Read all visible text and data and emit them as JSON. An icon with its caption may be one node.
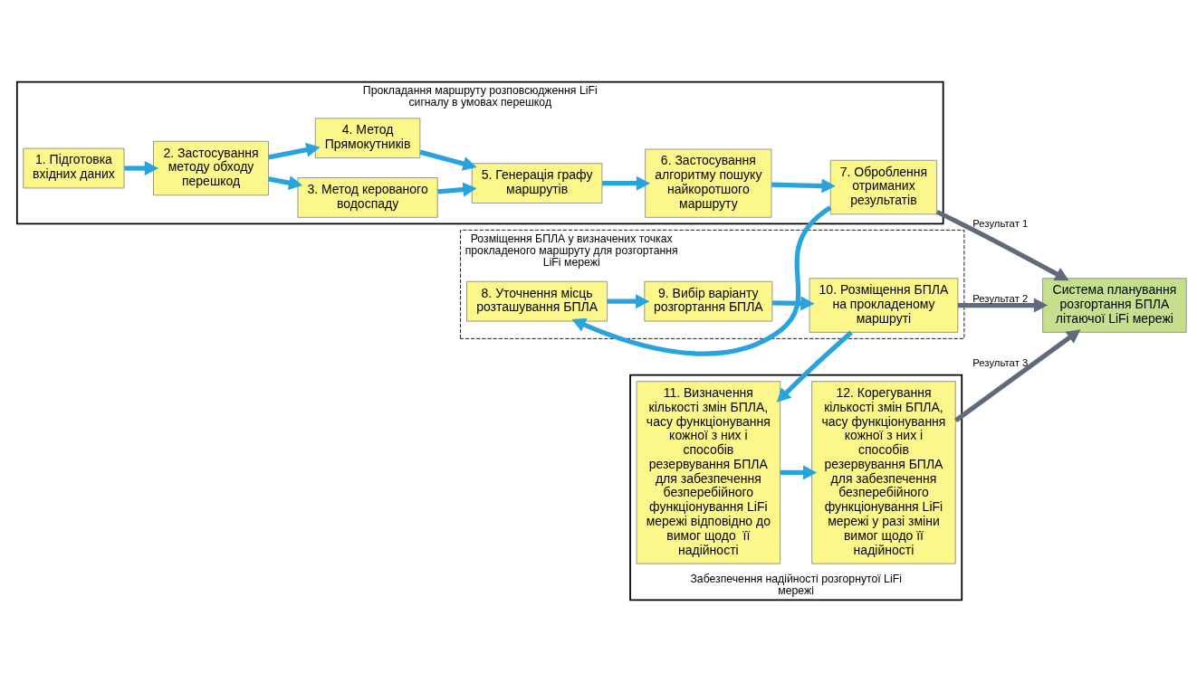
{
  "diagram": {
    "nodes": [
      {
        "text": [
          "Прокладання маршруту розповсюдження LiFi сигналу в умовах перешкод"
        ]
      },
      {
        "text": [
          "1. Підготовка вхідних даних"
        ],
        "in": 0
      },
      {
        "text": [
          "2. Застосування методу обходу перешкод"
        ],
        "in": 0
      },
      {
        "text": [
          "3. Метод керованого водоспаду"
        ],
        "in": 0
      },
      {
        "text": [
          "4. Метод Прямокутників"
        ],
        "in": 0
      },
      {
        "text": [
          "5. Генерація графу маршрутів"
        ],
        "in": 0
      },
      {
        "text": [
          "6. Застосування алгоритму пошуку найкоротшого маршруту"
        ],
        "in": 0
      },
      {
        "text": [
          "7. Оброблення отриманих результатів"
        ],
        "in": 0
      },
      {
        "text": [
          "Система планування розгортання БПЛА літаючої LiFi мережі"
        ]
      },
      {
        "text": [
          "Розміщення БПЛА у визначених точках прокладеного маршруту для розгортання LiFi мережі"
        ]
      },
      {
        "text": [
          "8. Уточнення місць розташування БПЛА"
        ],
        "in": 9
      },
      {
        "text": [
          "9. Вибір варіанту розгортання БПЛА"
        ],
        "in": 9
      },
      {
        "text": [
          "10. Розміщення БПЛА на прокладеному маршруті"
        ],
        "in": 9
      },
      {
        "text": [
          "Забезпечення надійності розгорнутої LiFi мережі"
        ]
      },
      {
        "text": [
          "11. Визначення кількості змін БПЛА,  часу функціонування кожної з них і способів резервування БПЛА для забезпечення безперебійного функціонування LiFi мережі відповідно до вимог щодо  її надійності"
        ],
        "in": 13
      },
      {
        "text": [
          "12. Корегування кількості змін БПЛА,  часу функціонування кожної з них і способів резервування БПЛА для забезпечення безперебійного функціонування LiFi мережі у разі зміни вимог щодо її надійності"
        ],
        "in": 13
      }
    ],
    "edges": [
      {
        "from": 1,
        "to": 2,
        "arrow": "to"
      },
      {
        "from": 2,
        "to": 3,
        "arrow": "to"
      },
      {
        "from": 2,
        "to": 4,
        "arrow": "to"
      },
      {
        "from": 3,
        "to": 5,
        "arrow": "to"
      },
      {
        "from": 4,
        "to": 5,
        "arrow": "to"
      },
      {
        "from": 5,
        "to": 6,
        "arrow": "to"
      },
      {
        "from": 6,
        "to": 7,
        "arrow": "to"
      },
      {
        "from": 7,
        "to": 8,
        "arrow": "to",
        "label": "Результат 1",
        "color": "#5f6b7a"
      },
      {
        "from": 7,
        "to": 10,
        "arrow": "to"
      },
      {
        "from": 10,
        "to": 11,
        "arrow": "to"
      },
      {
        "from": 11,
        "to": 12,
        "arrow": "to"
      },
      {
        "from": 12,
        "to": 14,
        "arrow": "to"
      },
      {
        "from": 12,
        "to": 8,
        "arrow": "to",
        "label": "Результат 2",
        "color": "#5f6b7a"
      },
      {
        "from": 14,
        "to": 15,
        "arrow": "to"
      },
      {
        "from": 15,
        "to": 8,
        "arrow": "to",
        "label": "Результат 3",
        "color": "#5f6b7a"
      }
    ]
  }
}
